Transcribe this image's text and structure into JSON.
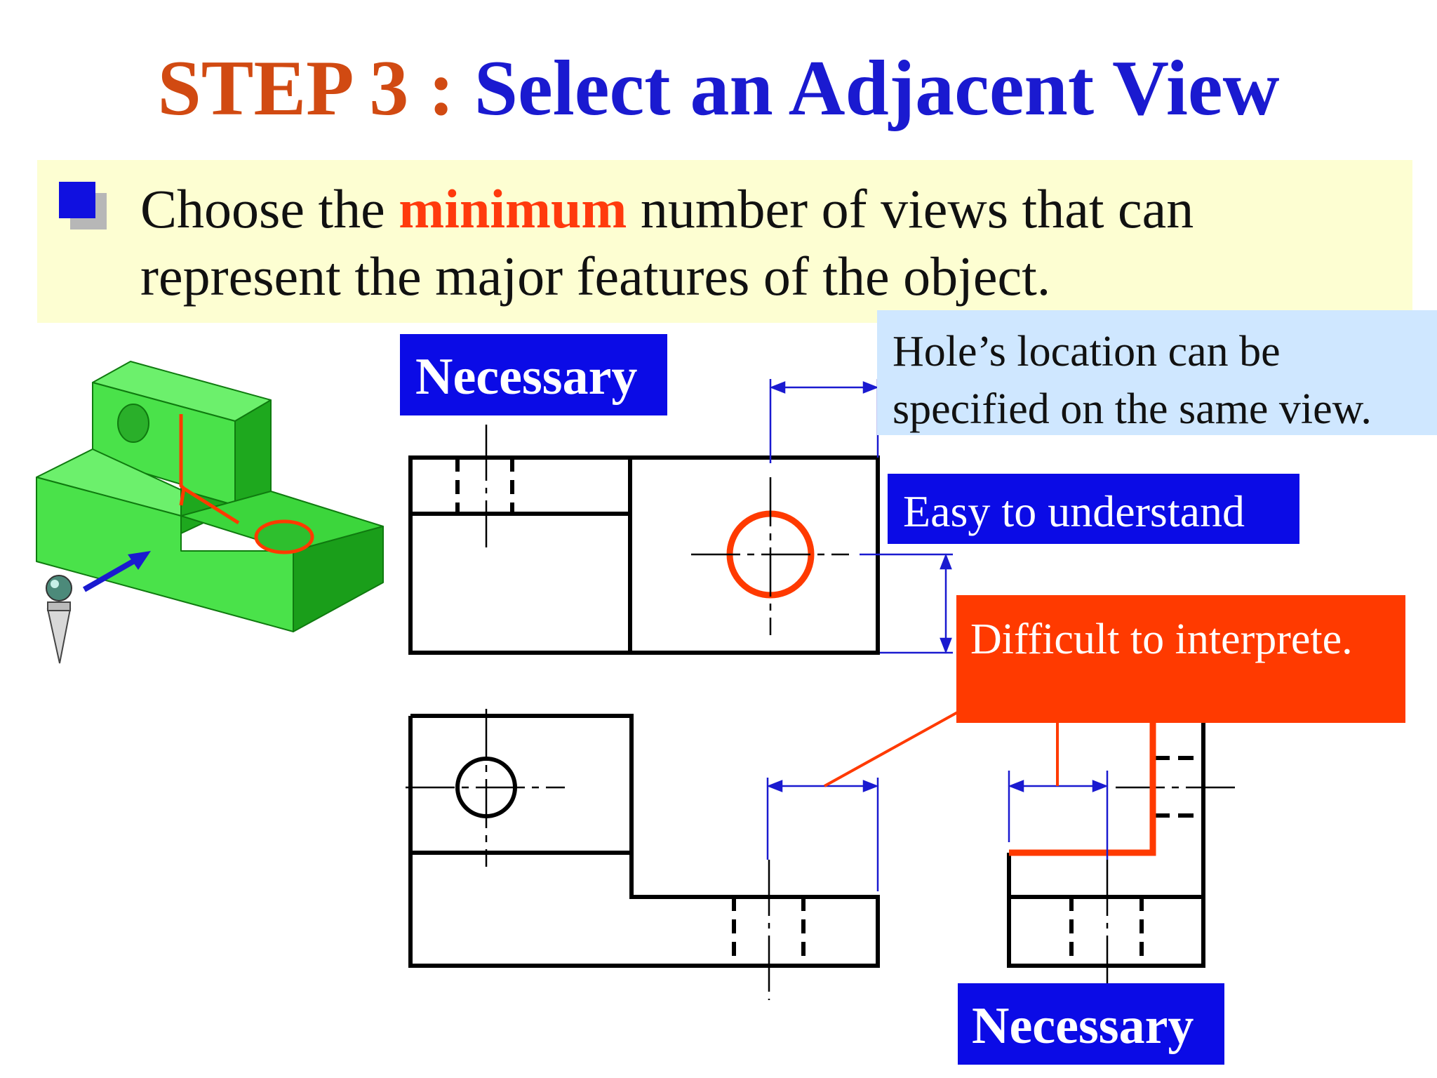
{
  "title": {
    "step": "STEP 3 : ",
    "main": "Select an Adjacent  View"
  },
  "bullet": {
    "before": "Choose the ",
    "highlight": "minimum",
    "after": " number of views that can",
    "line2": "represent the major features of the object."
  },
  "labels": {
    "necessary_top": "Necessary",
    "hole_location": "Hole’s location can be specified on the same view.",
    "easy": "Easy to understand",
    "difficult": "Difficult to interprete.",
    "necessary_bottom": "Necessary"
  },
  "colors": {
    "title_step": "#d14a12",
    "title_main": "#1a1ad0",
    "highlight": "#ff3a0d",
    "label_blue": "#0b0be6",
    "label_red": "#ff3a00",
    "label_lightblue": "#cfe7ff",
    "bullet_bg": "#fdfed2",
    "part_green": "#3ad43a",
    "dimension": "#1a1ad0"
  }
}
